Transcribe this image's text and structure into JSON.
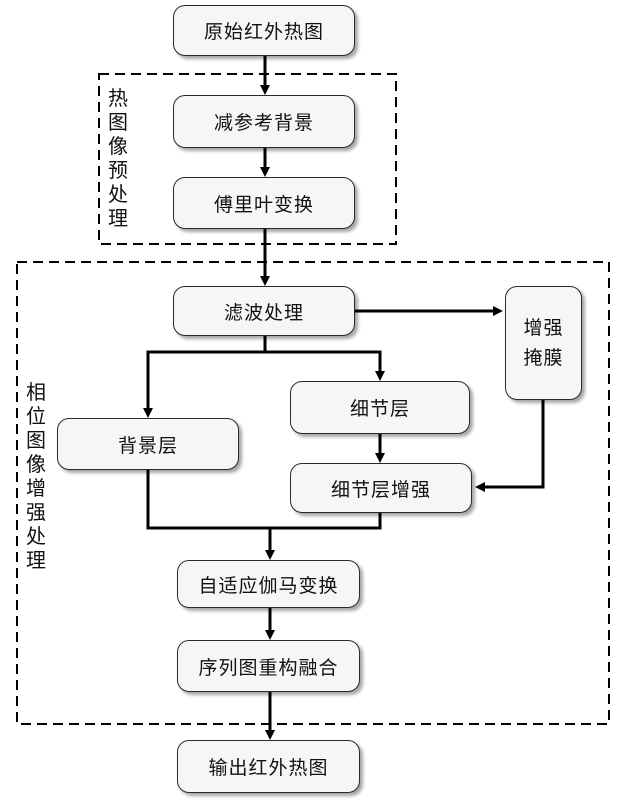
{
  "groups": {
    "preprocess_label": "热图像预处理",
    "enhance_label": "相位图像增强处理"
  },
  "nodes": {
    "input": "原始红外热图",
    "subtract_bg": "减参考背景",
    "fourier": "傅里叶变换",
    "filter": "滤波处理",
    "mask_line1": "增强",
    "mask_line2": "掩膜",
    "detail": "细节层",
    "background": "背景层",
    "detail_enhance": "细节层增强",
    "gamma": "自适应伽马变换",
    "reconstruct": "序列图重构融合",
    "output": "输出红外热图"
  }
}
